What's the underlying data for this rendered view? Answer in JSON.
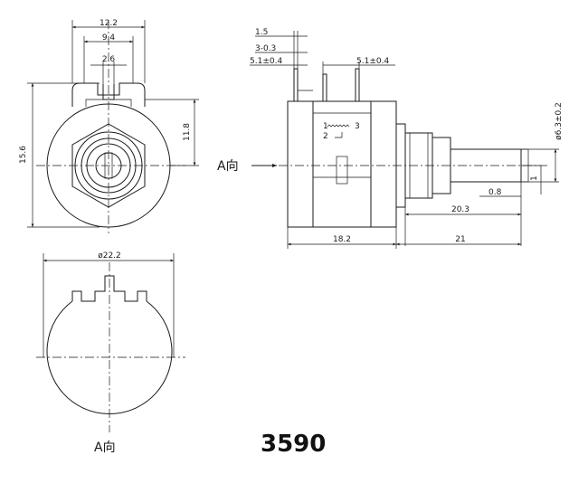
{
  "model_number": "3590",
  "view_labels": {
    "side_arrow": "A向",
    "bottom_view": "A向"
  },
  "front_view": {
    "dims": {
      "width_outer": "12.2",
      "width_inner": "9.4",
      "tab_width": "2.6",
      "height_left": "15.6",
      "height_right": "11.8",
      "diameter": "ø22.2"
    }
  },
  "side_view": {
    "dims": {
      "pin_thickness": "1.5",
      "pin_spacing": "3-0.3",
      "pin_left": "5.1±0.4",
      "pin_right": "5.1±0.4",
      "shaft_dia": "ø6.3±0.2",
      "flat": "1",
      "shaft_end": "0.8",
      "shaft_len": "20.3",
      "body_len": "18.2",
      "total_shaft": "21"
    },
    "terminal_markings": {
      "t1": "1",
      "t2": "2",
      "t3": "3"
    }
  },
  "colors": {
    "line": "#1a1a1a",
    "background": "#ffffff"
  }
}
